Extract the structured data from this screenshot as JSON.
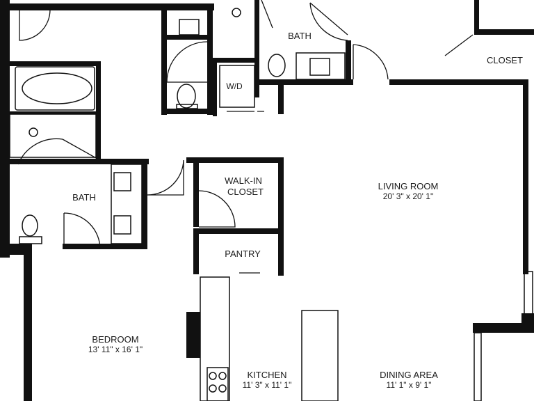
{
  "rooms": {
    "bath_top": {
      "name": "BATH"
    },
    "bath_left": {
      "name": "BATH"
    },
    "closet": {
      "name": "CLOSET"
    },
    "wd": {
      "name": "W/D"
    },
    "walkin": {
      "name_line1": "WALK-IN",
      "name_line2": "CLOSET"
    },
    "pantry": {
      "name": "PANTRY"
    },
    "living": {
      "name": "LIVING ROOM",
      "dims": "20' 3\" x 20' 1\""
    },
    "bedroom": {
      "name": "BEDROOM",
      "dims": "13' 11\" x 16' 1\""
    },
    "kitchen": {
      "name": "KITCHEN",
      "dims": "11' 3\" x 11' 1\""
    },
    "dining": {
      "name": "DINING AREA",
      "dims": "11' 1\" x 9' 1\""
    }
  }
}
